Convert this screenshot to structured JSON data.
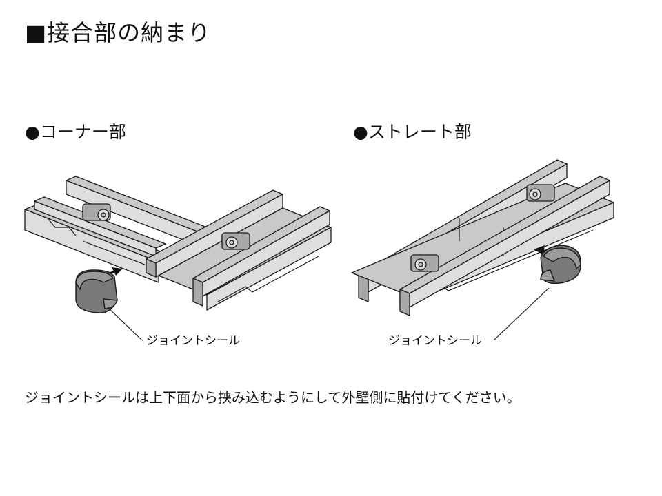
{
  "title": "■接合部の納まり",
  "corner": {
    "label": "●コーナー部",
    "callout": "ジョイントシール"
  },
  "straight": {
    "label": "●ストレート部",
    "callout": "ジョイントシール"
  },
  "instruction": "ジョイントシールは上下面から挟み込むようにして外壁側に貼付けてください。",
  "colors": {
    "part_fill": "#dedede",
    "part_top": "#c9c9c9",
    "part_stroke": "#1a1a1a",
    "seal_fill": "#7a7a7a",
    "seal_top": "#9a9a9a",
    "arrow": "#111111"
  },
  "icons": {
    "corner_seal": "c-shaped-seal-icon",
    "straight_seal": "c-shaped-seal-icon",
    "insert_arrow": "arrow-icon"
  }
}
